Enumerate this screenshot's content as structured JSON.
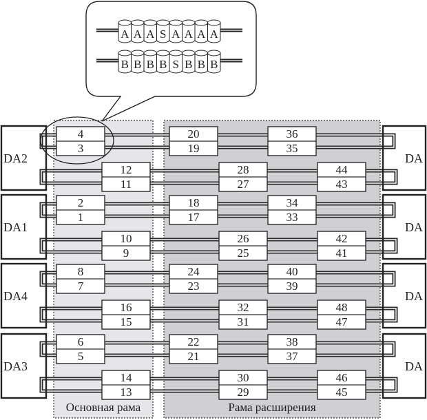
{
  "callout": {
    "row_a": [
      "A",
      "A",
      "A",
      "S",
      "A",
      "A",
      "A",
      "A"
    ],
    "row_b": [
      "B",
      "B",
      "B",
      "B",
      "S",
      "B",
      "B",
      "B"
    ]
  },
  "frames": {
    "main_label": "Основная рама",
    "expansion_label": "Рама расширения"
  },
  "colors": {
    "main_frame_fill": "#e6e6e8",
    "expansion_frame_fill": "#d0d0d2",
    "line": "#2a2a2a"
  },
  "groups": [
    {
      "left_da": "DA2",
      "right_da": "DA",
      "upper": {
        "main": [
          "4",
          "3"
        ],
        "exp1": [
          "20",
          "19"
        ],
        "exp2": [
          "36",
          "35"
        ]
      },
      "lower": {
        "main": [
          "12",
          "11"
        ],
        "exp1": [
          "28",
          "27"
        ],
        "exp2": [
          "44",
          "43"
        ]
      }
    },
    {
      "left_da": "DA1",
      "right_da": "DA",
      "upper": {
        "main": [
          "2",
          "1"
        ],
        "exp1": [
          "18",
          "17"
        ],
        "exp2": [
          "34",
          "33"
        ]
      },
      "lower": {
        "main": [
          "10",
          "9"
        ],
        "exp1": [
          "26",
          "25"
        ],
        "exp2": [
          "42",
          "41"
        ]
      }
    },
    {
      "left_da": "DA4",
      "right_da": "DA",
      "upper": {
        "main": [
          "8",
          "7"
        ],
        "exp1": [
          "24",
          "23"
        ],
        "exp2": [
          "40",
          "39"
        ]
      },
      "lower": {
        "main": [
          "16",
          "15"
        ],
        "exp1": [
          "32",
          "31"
        ],
        "exp2": [
          "48",
          "47"
        ]
      }
    },
    {
      "left_da": "DA3",
      "right_da": "DA",
      "upper": {
        "main": [
          "6",
          "5"
        ],
        "exp1": [
          "22",
          "21"
        ],
        "exp2": [
          "38",
          "37"
        ]
      },
      "lower": {
        "main": [
          "14",
          "13"
        ],
        "exp1": [
          "30",
          "29"
        ],
        "exp2": [
          "46",
          "45"
        ]
      }
    }
  ]
}
